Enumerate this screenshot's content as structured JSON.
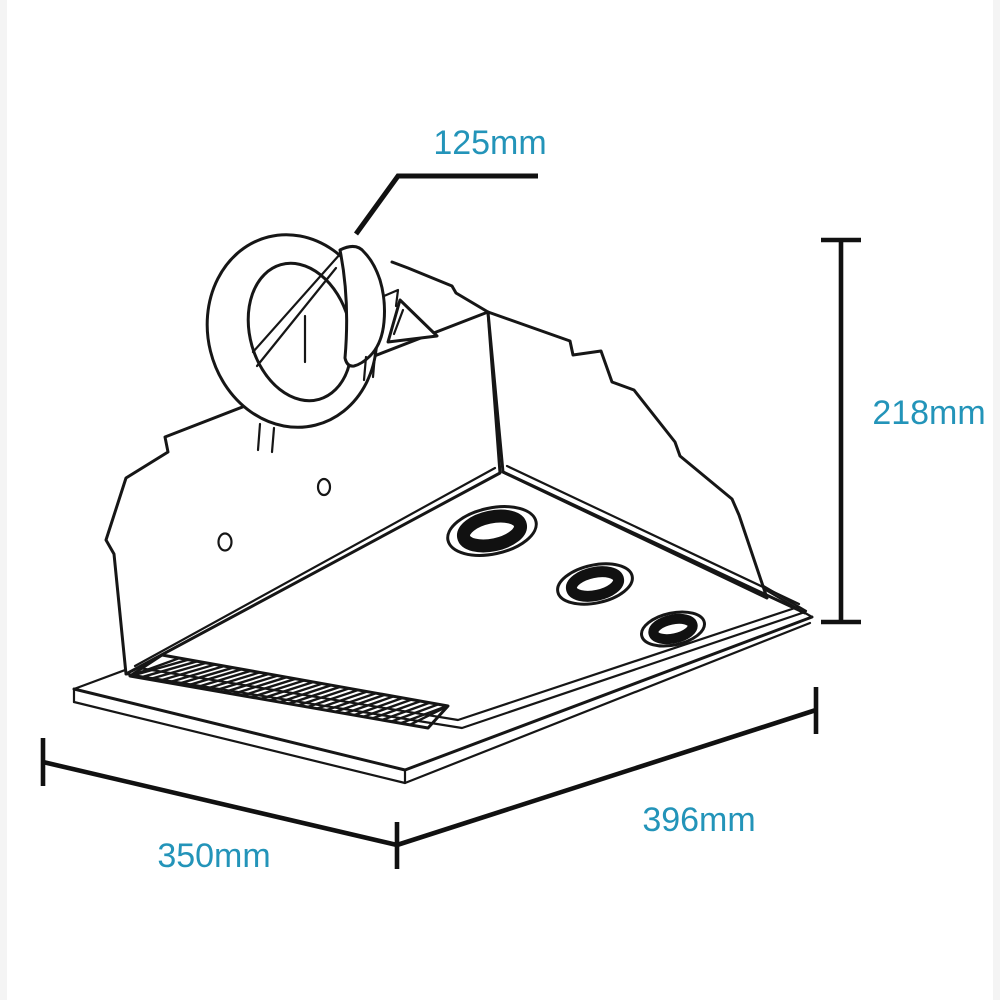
{
  "diagram": {
    "type": "product-dimension-line-drawing",
    "subject": "ceiling 3-in-1 bathroom heater exhaust unit",
    "labels": {
      "duct_diameter": "125mm",
      "height": "218mm",
      "width": "396mm",
      "depth": "350mm"
    },
    "colors": {
      "dimension_text": "#2394b9",
      "line": "#161616",
      "background": "#ffffff"
    }
  }
}
